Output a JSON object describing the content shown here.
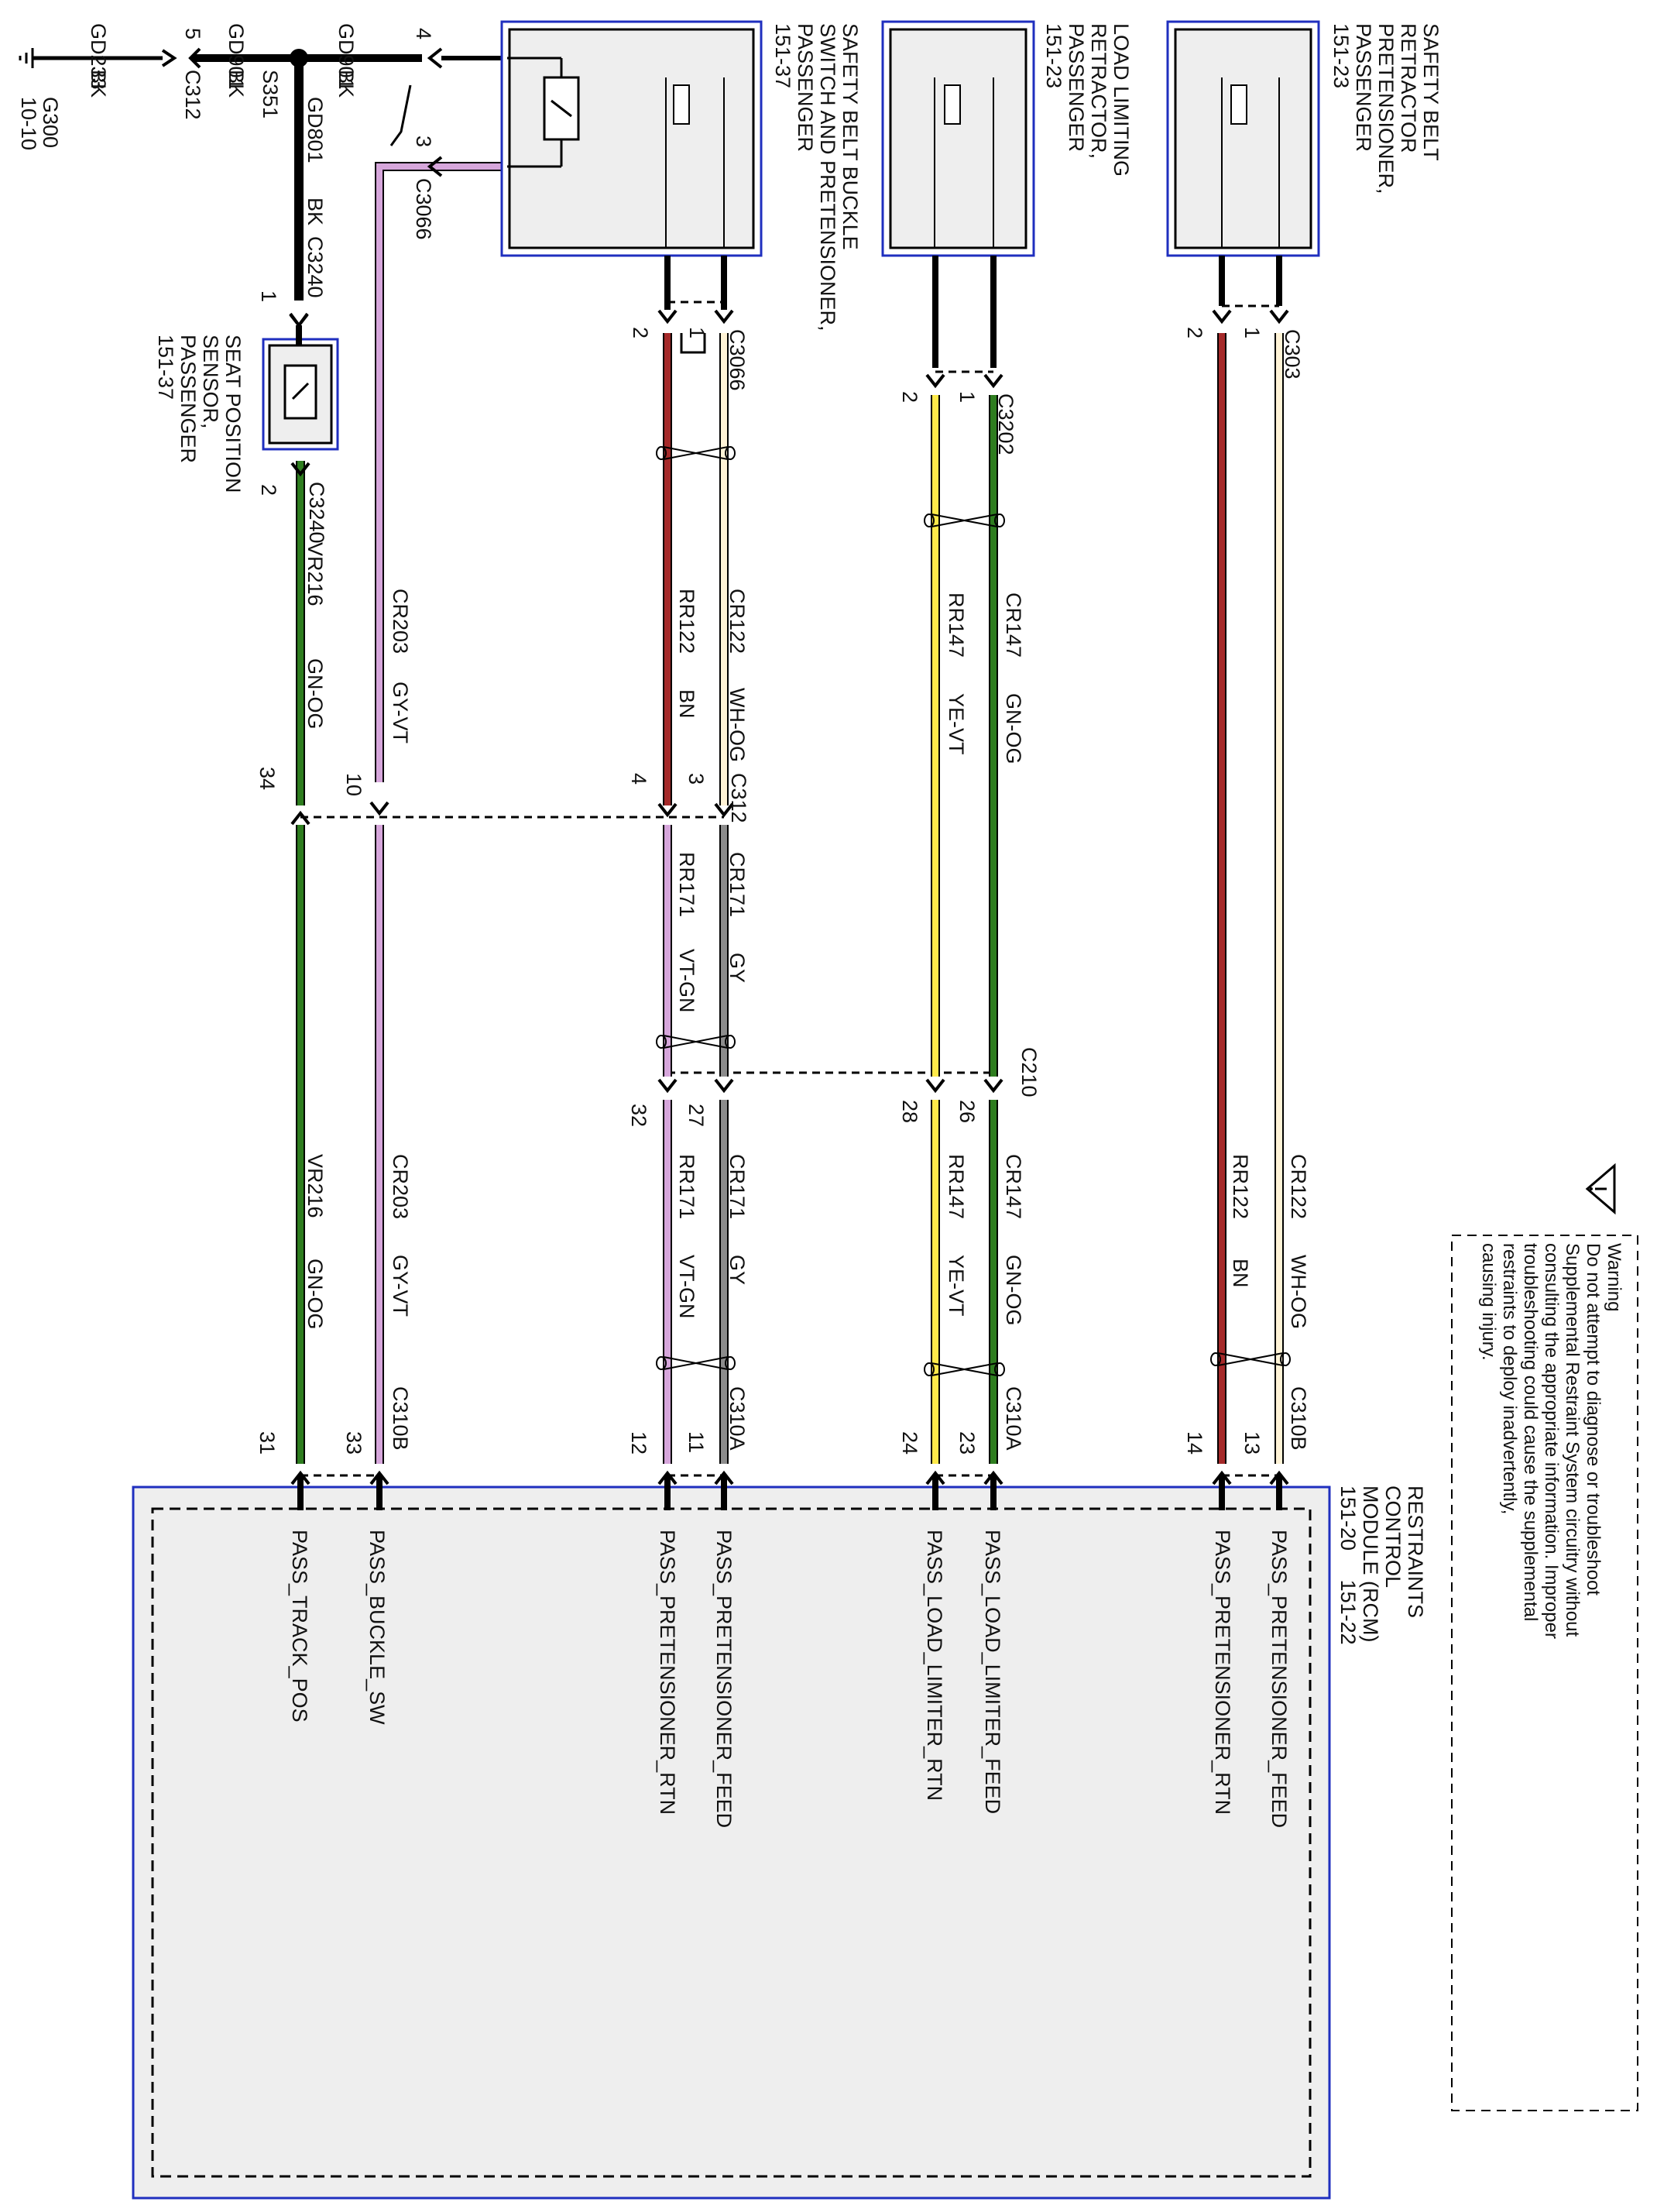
{
  "colors": {
    "black_wire": "#000000",
    "red_wire": "#a52a2a",
    "violet_wire": "#d6a6db",
    "green_wire": "#2e7d1f",
    "yellow_wire": "#ffe94a",
    "orange_white_wire": "#fff3d6",
    "gray_wire": "#8c8c8c",
    "component_border": "#1f2fbf",
    "component_fill": "#eeeeee"
  },
  "ground": {
    "circuit": "GD233",
    "color": "BK",
    "location": "G300",
    "page": "10-10",
    "splice_connector": "C312",
    "splice_connector_pin": "5"
  },
  "splice": {
    "id": "S351",
    "circuit_a": "GD901",
    "color_a": "BK",
    "circuit_b": "GD901",
    "color_b": "BK",
    "circuit_c": "GD801",
    "color_c": "BK"
  },
  "components": {
    "buckle": {
      "lines": [
        "SAFETY BELT BUCKLE",
        "SWITCH AND PRETENSIONER,",
        "PASSENGER",
        "151-37"
      ],
      "pin_ground": "4",
      "pin_sw": "3",
      "connector": "C3066"
    },
    "load_limiter": {
      "lines": [
        "LOAD LIMITING",
        "RETRACTOR,",
        "PASSENGER",
        "151-23"
      ]
    },
    "retractor": {
      "lines": [
        "SAFETY BELT",
        "RETRACTOR",
        "PRETENSIONER,",
        "PASSENGER",
        "151-23"
      ]
    },
    "seat_sensor": {
      "lines": [
        "SEAT POSITION",
        "SENSOR,",
        "PASSENGER",
        "151-37"
      ],
      "connector": "C3240",
      "pin_top": "1",
      "pin_bottom": "2"
    },
    "rcm": {
      "lines": [
        "RESTRAINTS",
        "CONTROL",
        "MODULE (RCM)",
        "151-20     151-22"
      ]
    }
  },
  "connectors": {
    "c3066_lower": {
      "label": "C3066",
      "pin_a": "2",
      "pin_b": "1"
    },
    "c3202": {
      "label": "C3202",
      "pin_a": "2",
      "pin_b": "1"
    },
    "c303": {
      "label": "C303",
      "pin_a": "2",
      "pin_b": "1"
    },
    "c312": {
      "label": "C312",
      "pins": [
        "34",
        "10",
        "4",
        "3"
      ]
    },
    "c210": {
      "label": "C210",
      "pins": [
        "32",
        "27",
        "28",
        "26"
      ]
    },
    "c310b_left": {
      "label": "C310B",
      "pins": [
        "31",
        "33"
      ]
    },
    "c310a": {
      "label": "C310A",
      "pins": [
        "12",
        "11",
        "24",
        "23"
      ]
    },
    "c310b_right": {
      "label": "C310B",
      "pins": [
        "14",
        "13"
      ]
    }
  },
  "wires": [
    {
      "circuit": "VR216",
      "color": "GN-OG"
    },
    {
      "circuit": "CR203",
      "color": "GY-VT"
    },
    {
      "circuit": "RR122",
      "color": "BN"
    },
    {
      "circuit": "CR122",
      "color": "WH-OG"
    },
    {
      "circuit": "RR147",
      "color": "YE-VT"
    },
    {
      "circuit": "CR147",
      "color": "GN-OG"
    },
    {
      "circuit": "RR171",
      "color": "VT-GN"
    },
    {
      "circuit": "CR171",
      "color": "GY"
    }
  ],
  "rcm_pins": [
    "PASS_TRACK_POS",
    "PASS_BUCKLE_SW",
    "PASS_PRETENSIONER_RTN",
    "PASS_PRETENSIONER_FEED",
    "PASS_LOAD_LIMITER_RTN",
    "PASS_LOAD_LIMITER_FEED",
    "PASS_PRETENSIONER_RTN",
    "PASS_PRETENSIONER_FEED"
  ],
  "warning": {
    "title": "Warning",
    "lines": [
      "Do not attempt to diagnose or troubleshoot",
      "Supplemental Restraint System circuitry without",
      "consulting the appropriate information. Improper",
      "troubleshooting could cause the supplemental",
      "restraints to deploy inadvertently,",
      "causing injury."
    ]
  }
}
